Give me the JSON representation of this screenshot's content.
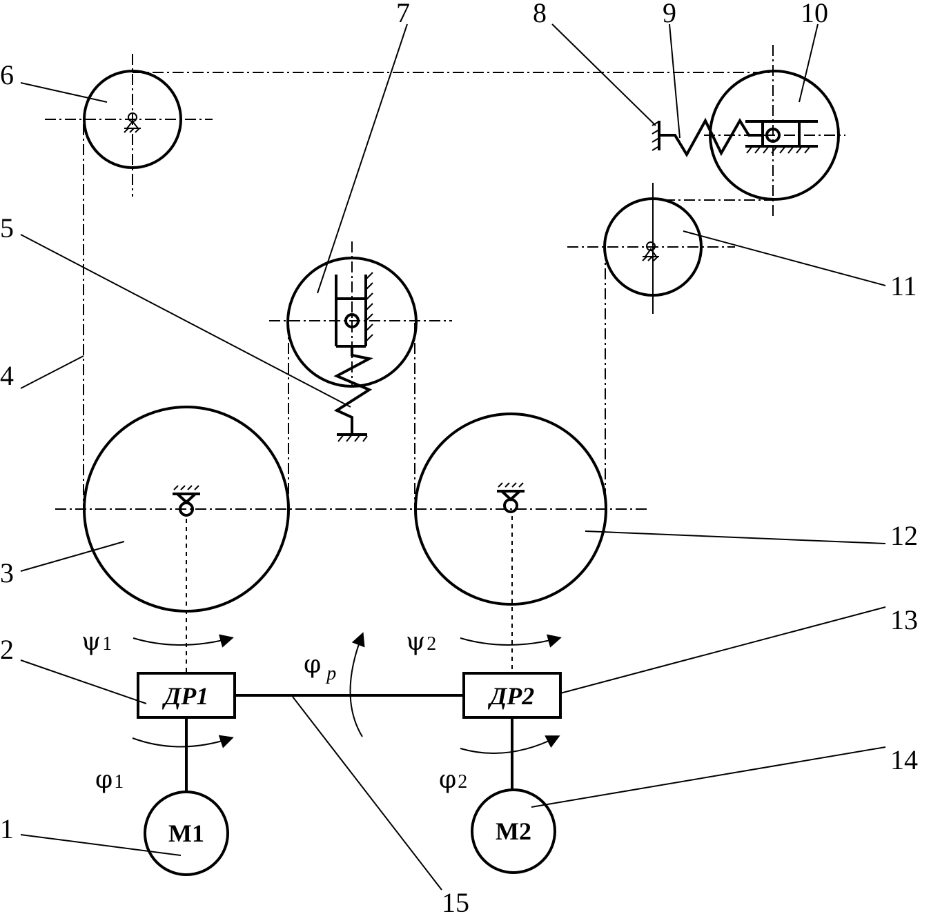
{
  "labels": {
    "n1": "1",
    "n2": "2",
    "n3": "3",
    "n4": "4",
    "n5": "5",
    "n6": "6",
    "n7": "7",
    "n8": "8",
    "n9": "9",
    "n10": "10",
    "n11": "11",
    "n12": "12",
    "n13": "13",
    "n14": "14",
    "n15": "15"
  },
  "blocks": {
    "dr1": "ДР1",
    "dr2": "ДР2",
    "m1": "М1",
    "m2": "М2"
  },
  "symbols": {
    "psi": "ψ",
    "phi": "φ",
    "sub1": "1",
    "sub2": "2",
    "subp": "p"
  }
}
